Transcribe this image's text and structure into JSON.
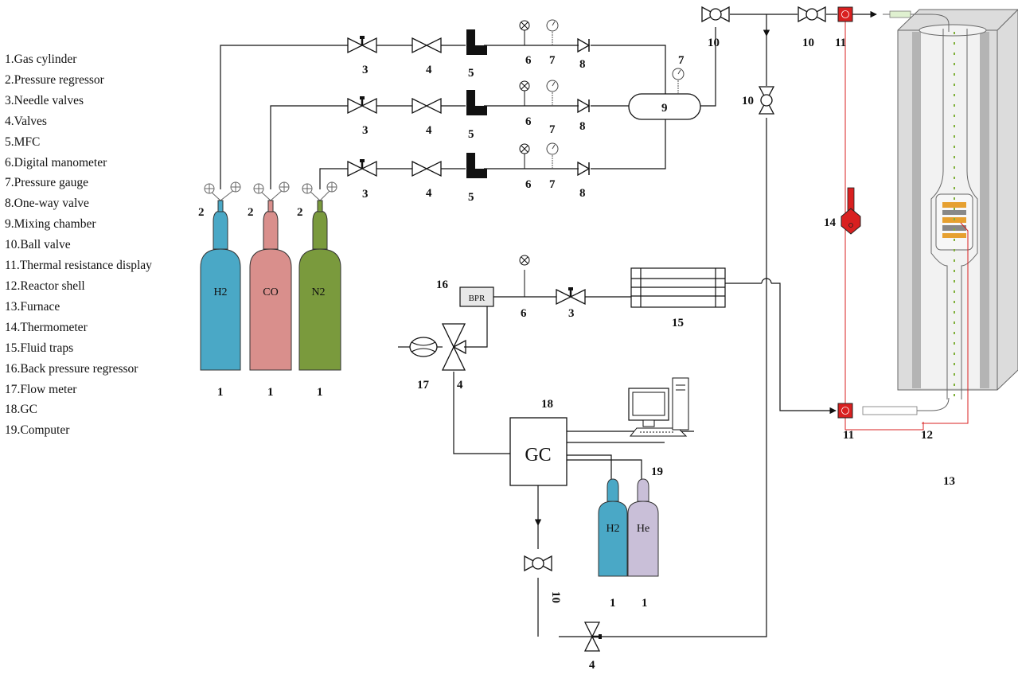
{
  "legend": [
    "1.Gas cylinder",
    "2.Pressure regressor",
    "3.Needle valves",
    "4.Valves",
    "5.MFC",
    "6.Digital manometer",
    "7.Pressure gauge",
    "8.One-way valve",
    "9.Mixing chamber",
    "10.Ball valve",
    "11.Thermal resistance display",
    "12.Reactor shell",
    "13.Furnace",
    "14.Thermometer",
    "15.Fluid traps",
    "16.Back pressure regressor",
    "17.Flow meter",
    "18.GC",
    "19.Computer"
  ],
  "cylinders": {
    "h2": "H2",
    "co": "CO",
    "n2": "N2",
    "gc_h2": "H2",
    "gc_he": "He"
  },
  "component_labels": {
    "bpr": "BPR",
    "gc": "GC"
  },
  "numbers": {
    "n1": "1",
    "n2": "2",
    "n3": "3",
    "n4": "4",
    "n5": "5",
    "n6": "6",
    "n7": "7",
    "n8": "8",
    "n9": "9",
    "n10": "10",
    "n11": "11",
    "n12": "12",
    "n13": "13",
    "n14": "14",
    "n15": "15",
    "n16": "16",
    "n17": "17",
    "n18": "18",
    "n19": "19"
  },
  "colors": {
    "h2_cylinder": "#4aa8c6",
    "co_cylinder": "#d98f8c",
    "n2_cylinder": "#7a9a3d",
    "he_cylinder": "#c9bfd8",
    "thermo_red": "#d92020",
    "furnace_gray": "#d8d8d8"
  }
}
